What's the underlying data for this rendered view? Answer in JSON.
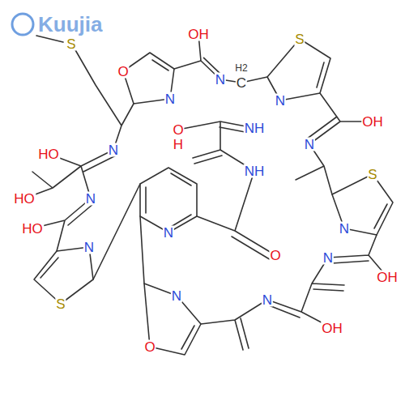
{
  "diagram": {
    "labels": [
      "Kuujia",
      "S",
      "OH",
      "S",
      "O",
      "H2",
      "N",
      "C",
      "N",
      "N",
      "OH",
      "NH",
      "O",
      "H",
      "HO",
      "N",
      "N",
      "NH",
      "S",
      "HO",
      "N",
      "N",
      "HO",
      "N",
      "N",
      "O",
      "OH",
      "N",
      "S",
      "N",
      "N",
      "OH",
      "O"
    ]
  }
}
